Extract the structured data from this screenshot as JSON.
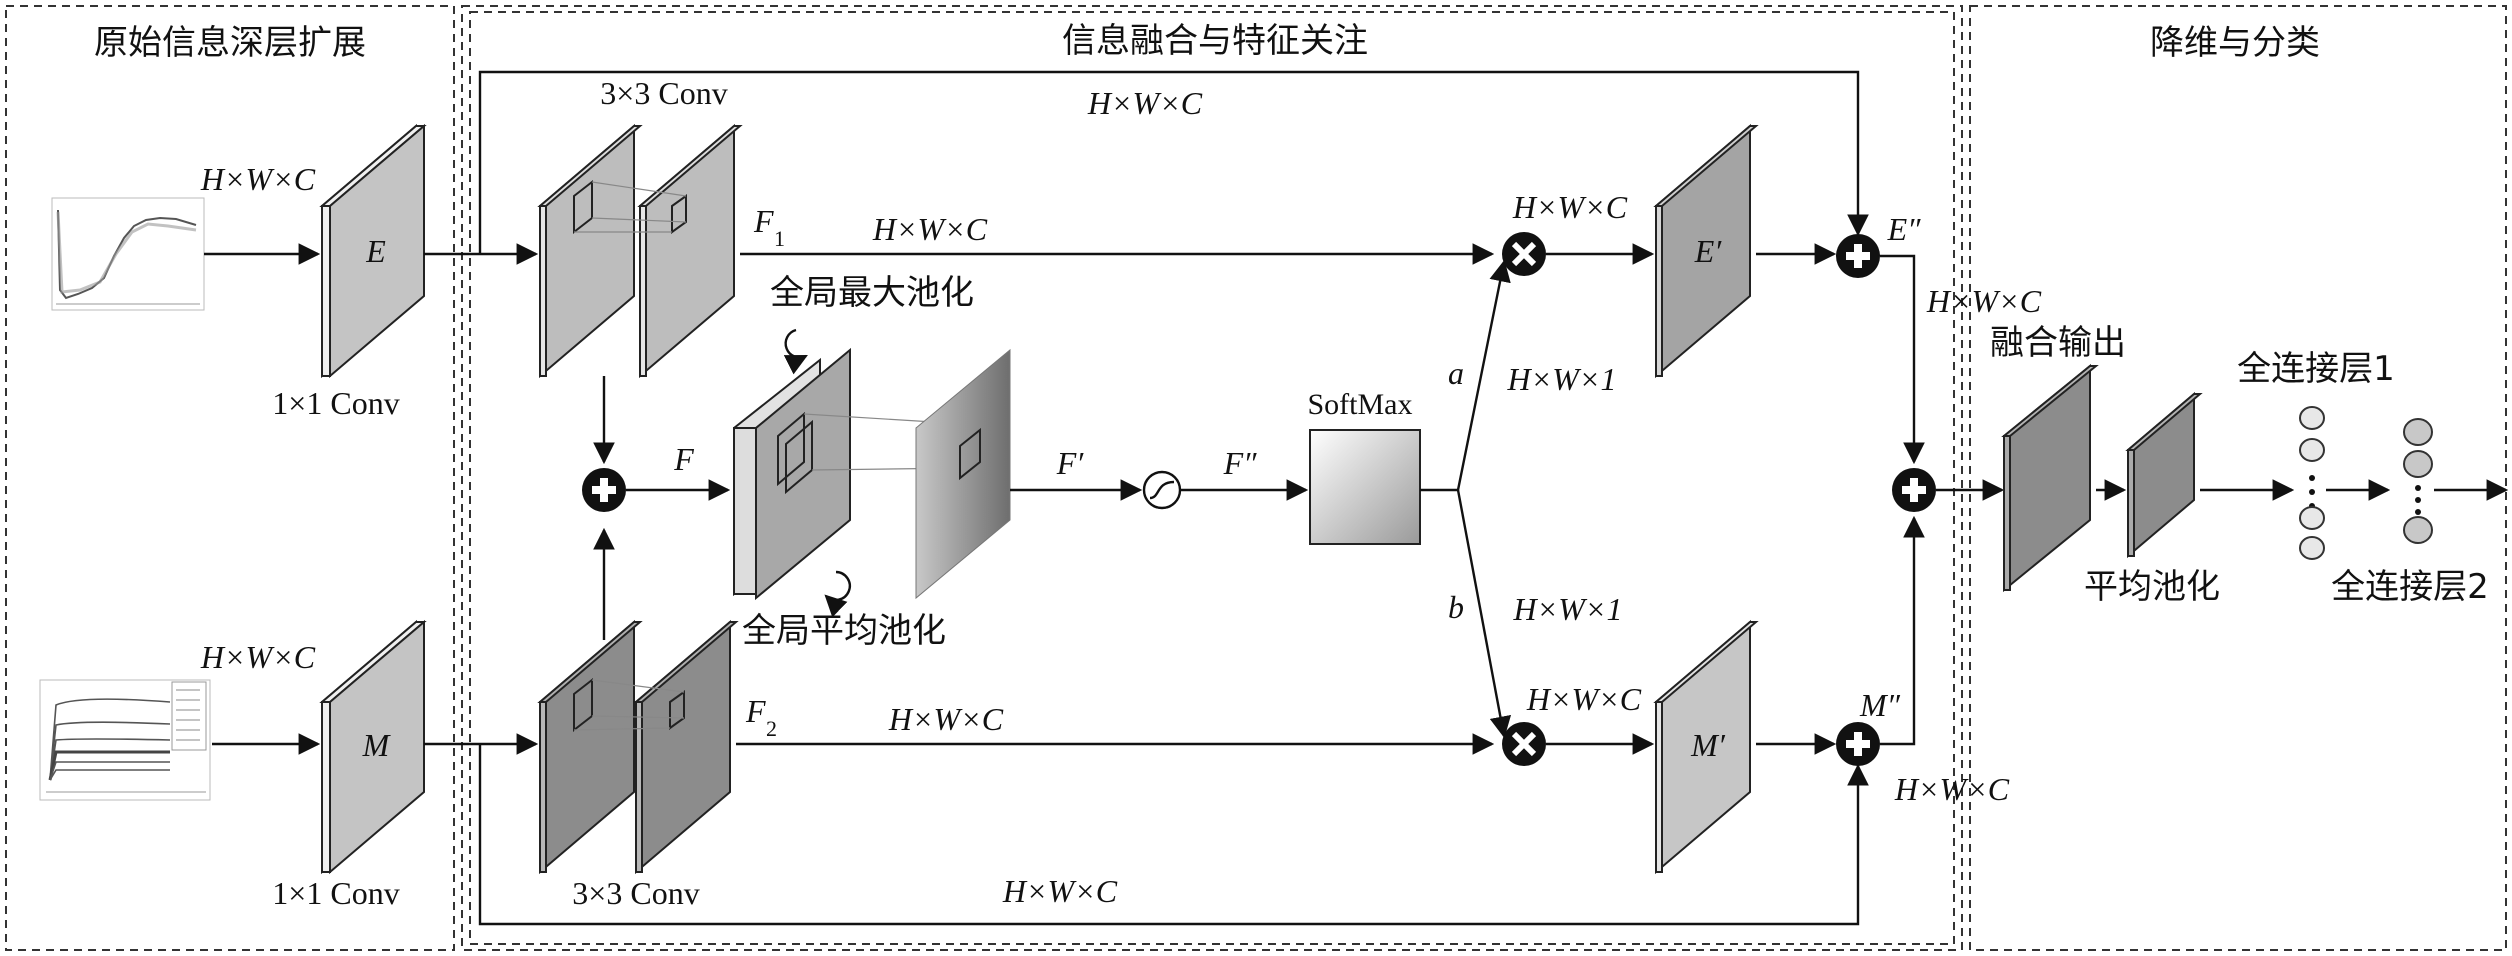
{
  "sections": {
    "left": "原始信息深层扩展",
    "middle": "信息融合与特征关注",
    "right": "降维与分类"
  },
  "labels": {
    "hwc": "H×W×C",
    "hw1": "H×W×1",
    "conv1x1": "1×1 Conv",
    "conv3x3": "3×3 Conv",
    "E": "E",
    "M": "M",
    "F": "F",
    "F1": "F",
    "F1_sub": "1",
    "F2": "F",
    "F2_sub": "2",
    "Fp": "F′",
    "Fpp": "F″",
    "Ep": "E′",
    "Epp": "E″",
    "Mp": "M′",
    "Mpp": "M″",
    "a": "a",
    "b": "b",
    "softmax": "SoftMax",
    "global_max_pool": "全局最大池化",
    "global_avg_pool": "全局平均池化",
    "fusion_output": "融合输出",
    "avg_pool": "平均池化",
    "fc1": "全连接层1",
    "fc2": "全连接层2"
  },
  "colors": {
    "slab_light": "#d8d8d8",
    "slab_mid": "#b4b4b4",
    "slab_dark": "#8c8c8c",
    "circle": "#111111"
  },
  "icons": {
    "plus": "circled-plus-icon",
    "times": "circled-times-icon",
    "sigmoid": "sigmoid-icon"
  }
}
